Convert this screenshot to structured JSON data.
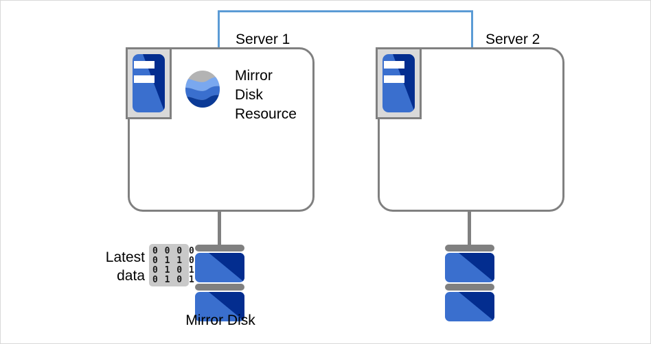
{
  "diagram": {
    "title": "Mirror Disk Resource cluster diagram",
    "colors": {
      "interconnect": "#5B9BD5",
      "box_border": "#808080",
      "disk_blue_light": "#3A6FCE",
      "disk_blue_dark": "#032D8F",
      "card_gray": "#C9C9C9",
      "icon_frame_gray": "#D9D9D9"
    },
    "servers": [
      {
        "id": "server1",
        "label": "Server 1",
        "icon": "server-rack-icon",
        "resource": {
          "icon": "mirror-disk-resource-globe-icon",
          "lines": [
            "Mirror",
            "Disk",
            "Resource"
          ]
        }
      },
      {
        "id": "server2",
        "label": "Server 2",
        "icon": "server-rack-icon",
        "resource": null
      }
    ],
    "disks": [
      {
        "id": "disk1",
        "caption": "Mirror Disk",
        "annotation": {
          "label_lines": [
            "Latest",
            "data"
          ],
          "binary_rows": [
            "0 0 0 0",
            "0 1 1 0",
            "0 1 0 1",
            "0 1 0 1"
          ]
        }
      },
      {
        "id": "disk2",
        "caption": "",
        "annotation": null
      }
    ],
    "interconnect": {
      "name": "mirror-connect-link",
      "from": "server1",
      "to": "server2"
    }
  }
}
